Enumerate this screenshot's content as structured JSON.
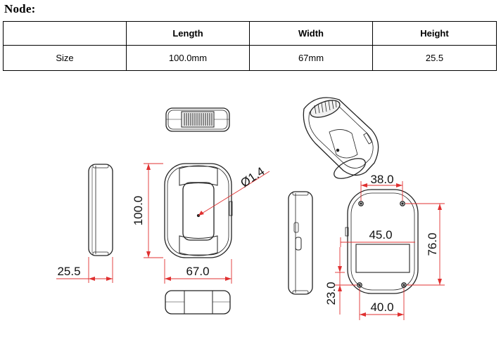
{
  "heading": "Node:",
  "table": {
    "headers": [
      "",
      "Length",
      "Width",
      "Height"
    ],
    "rows": [
      [
        "Size",
        "100.0mm",
        "67mm",
        "25.5"
      ]
    ]
  },
  "drawing": {
    "dim_length": "100.0",
    "dim_width": "67.0",
    "dim_height": "25.5",
    "dim_hole": "Ø1.4",
    "dim_back_top": "38.0",
    "dim_back_window": "45.0",
    "dim_back_height": "76.0",
    "dim_back_offset": "23.0",
    "dim_back_bottom": "40.0"
  },
  "colors": {
    "dimension_line": "#e03030",
    "outline": "#222222"
  }
}
